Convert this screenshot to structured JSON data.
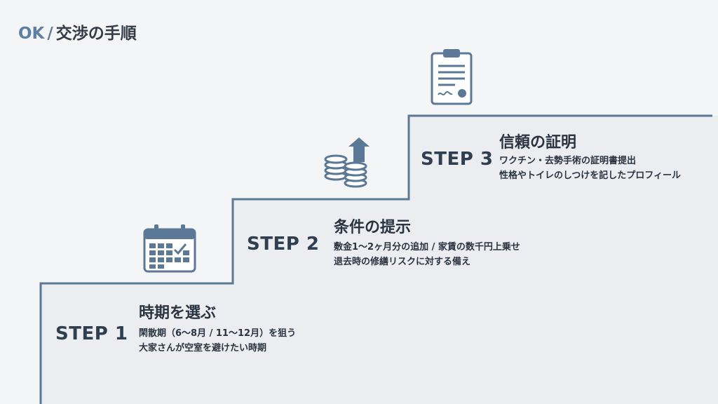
{
  "header": {
    "ok": "OK",
    "separator": "/",
    "title": "交渉の手順"
  },
  "colors": {
    "accent": "#5e7ea2",
    "stair_line": "#5b7896",
    "background": "#f4f5f6",
    "text": "#2a3340"
  },
  "steps": [
    {
      "label": "STEP 1",
      "title": "時期を選ぶ",
      "lines": [
        "閑散期（6〜8月 / 11〜12月）を狙う",
        "大家さんが空室を避けたい時期"
      ],
      "icon": "calendar-icon"
    },
    {
      "label": "STEP 2",
      "title": "条件の提示",
      "lines": [
        "敷金1〜2ヶ月分の追加 / 家賃の数千円上乗せ",
        "退去時の修繕リスクに対する備え"
      ],
      "icon": "coins-arrow-up-icon"
    },
    {
      "label": "STEP 3",
      "title": "信頼の証明",
      "lines": [
        "ワクチン・去勢手術の証明書提出",
        "性格やトイレのしつけを記したプロフィール"
      ],
      "icon": "clipboard-document-icon"
    }
  ]
}
